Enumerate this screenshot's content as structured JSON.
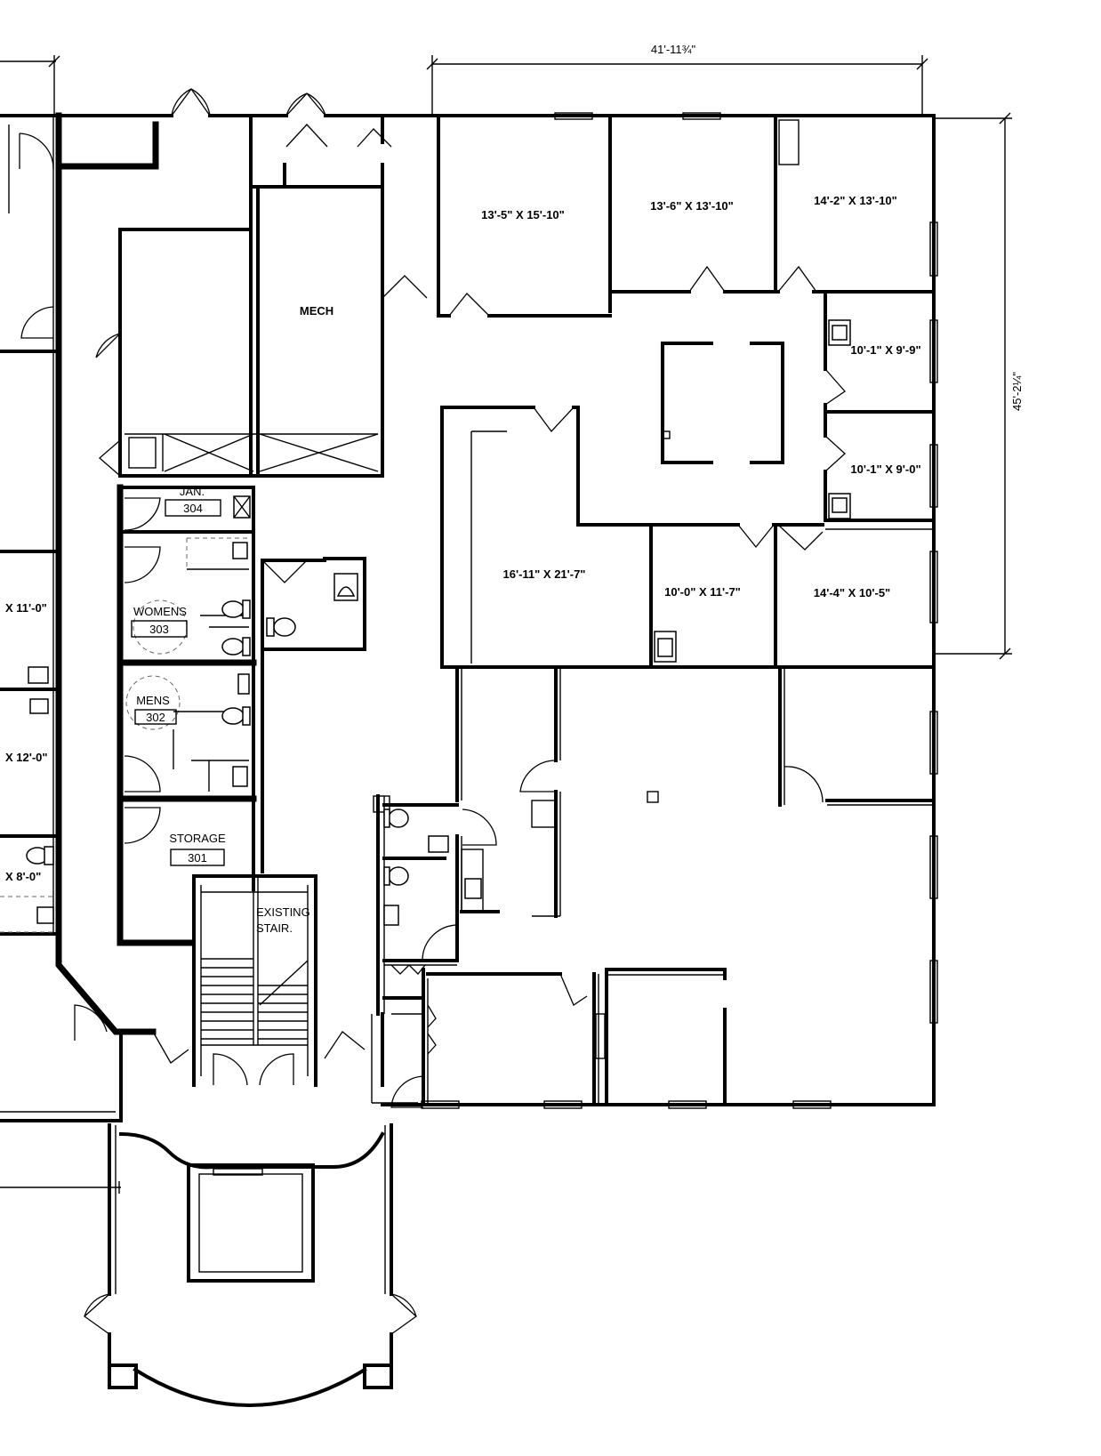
{
  "dimensions": {
    "overall_width": "41'-11¾\"",
    "overall_depth": "45'-2¼\""
  },
  "rooms": {
    "room_a": "13'-5\" X 15'-10\"",
    "room_b": "13'-6\" X 13'-10\"",
    "room_c": "14'-2\" X 13'-10\"",
    "room_d": "10'-1\" X 9'-9\"",
    "room_e": "10'-1\" X 9'-0\"",
    "room_f": "16'-11\" X 21'-7\"",
    "room_g": "10'-0\" X 11'-7\"",
    "room_h": "14'-4\" X 10'-5\"",
    "mech": "MECH",
    "jan": "JAN.",
    "jan_no": "304",
    "womens": "WOMENS",
    "womens_no": "303",
    "mens": "MENS",
    "mens_no": "302",
    "storage": "STORAGE",
    "storage_no": "301",
    "stair_1": "EXISTING",
    "stair_2": "STAIR.",
    "left_1": "X 11'-0\"",
    "left_2": "X 12'-0\"",
    "left_3": "X 8'-0\""
  }
}
